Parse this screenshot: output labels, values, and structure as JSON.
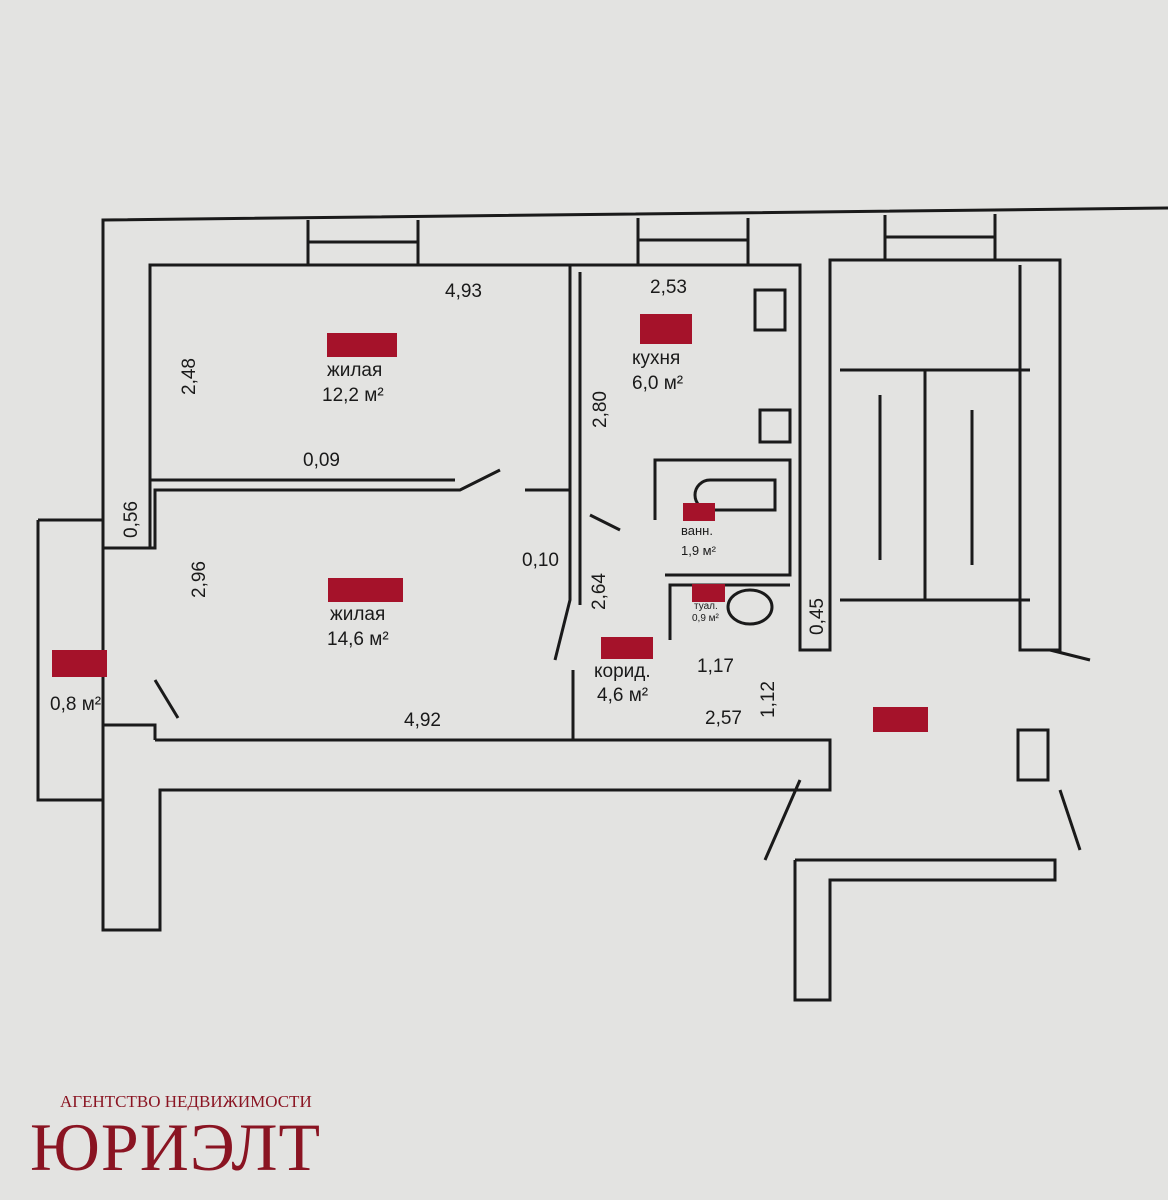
{
  "rooms": {
    "living1": {
      "name": "жилая",
      "area": "12,2 м²"
    },
    "kitchen": {
      "name": "кухня",
      "area": "6,0 м²"
    },
    "bath": {
      "name": "ванн.",
      "area": "1,9 м²"
    },
    "toilet": {
      "name": "туал.",
      "area": "0,9 м²"
    },
    "living2": {
      "name": "жилая",
      "area": "14,6 м²"
    },
    "corridor": {
      "name": "корид.",
      "area": "4,6 м²"
    },
    "balcony": {
      "area": "0,8 м²"
    }
  },
  "dimensions": {
    "d1": "4,93",
    "d2": "2,48",
    "d3": "2,53",
    "d4": "2,80",
    "d5": "0,09",
    "d6": "0,56",
    "d7": "2,96",
    "d8": "0,10",
    "d9": "2,64",
    "d10": "0,45",
    "d11": "1,17",
    "d12": "1,12",
    "d13": "2,57",
    "d14": "4,92"
  },
  "logo": {
    "subtitle": "АГЕНТСТВО НЕДВИЖИМОСТИ",
    "name": "ЮРИЭЛТ"
  },
  "colors": {
    "redaction": "#a5122a",
    "brand": "#8a1422"
  }
}
